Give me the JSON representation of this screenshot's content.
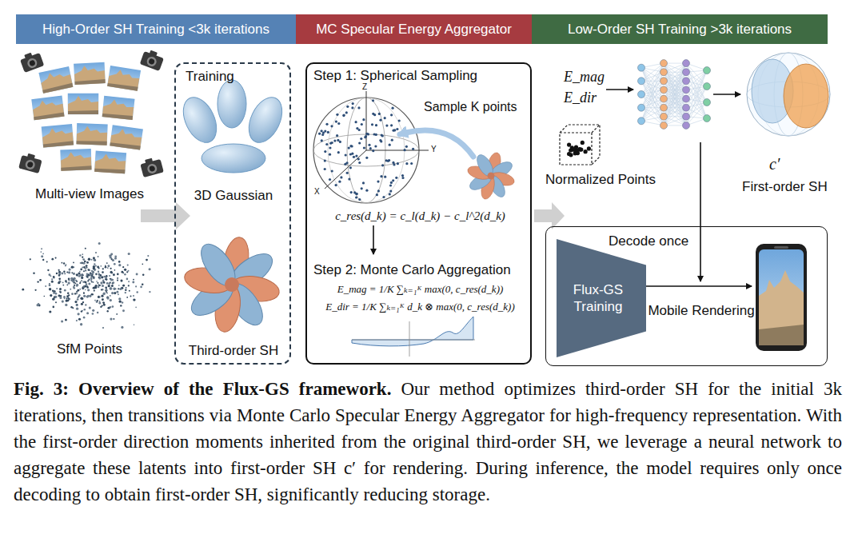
{
  "diagram": {
    "caption": "Fig. 3: Overview of the Flux-GS framework. Our method optimizes third-order SH for the initial 3k iterations, then transitions via Monte Carlo Specular Energy Aggregator for high-frequency representation. With the first-order direction moments inherited from the original third-order SH, we leverage a neural network to aggregate these latents into first-order SH c′ for rendering. During inference, the model requires only once decoding to obtain first-order SH, significantly reducing storage.",
    "nodes": [
      {
        "text": [
          "High-Order SH Training <3k iterations"
        ]
      },
      {
        "text": [
          "MC Specular Energy Aggregator"
        ]
      },
      {
        "text": [
          "Low-Order SH Training >3k iterations"
        ]
      },
      {
        "text": [
          "Training",
          "3D Gaussian",
          "Third-order SH"
        ]
      },
      {
        "text": [
          "Step 1: Spherical Sampling",
          "Sample K points",
          "c_res(d_k) = c_l(d_k) − c_l^2(d_k)",
          "Step 2: Monte Carlo Aggregation",
          "E_mag = 1/K ∑ₖ₌₁ᴷ max(0, c_res(d_k))",
          "E_dir = 1/K ∑ₖ₌₁ᴷ d_k ⊗ max(0, c_res(d_k))"
        ]
      },
      {
        "text": [
          "Decode once",
          "Mobile Rendering"
        ]
      },
      {
        "text": [
          "Flux-GS Training"
        ],
        "in": 5
      }
    ],
    "labels": [
      "Multi-view Images",
      "SfM Points",
      "Z",
      "Y",
      "X",
      "E_mag",
      "E_dir",
      "Normalized Points",
      "c′",
      "First-order SH"
    ]
  }
}
